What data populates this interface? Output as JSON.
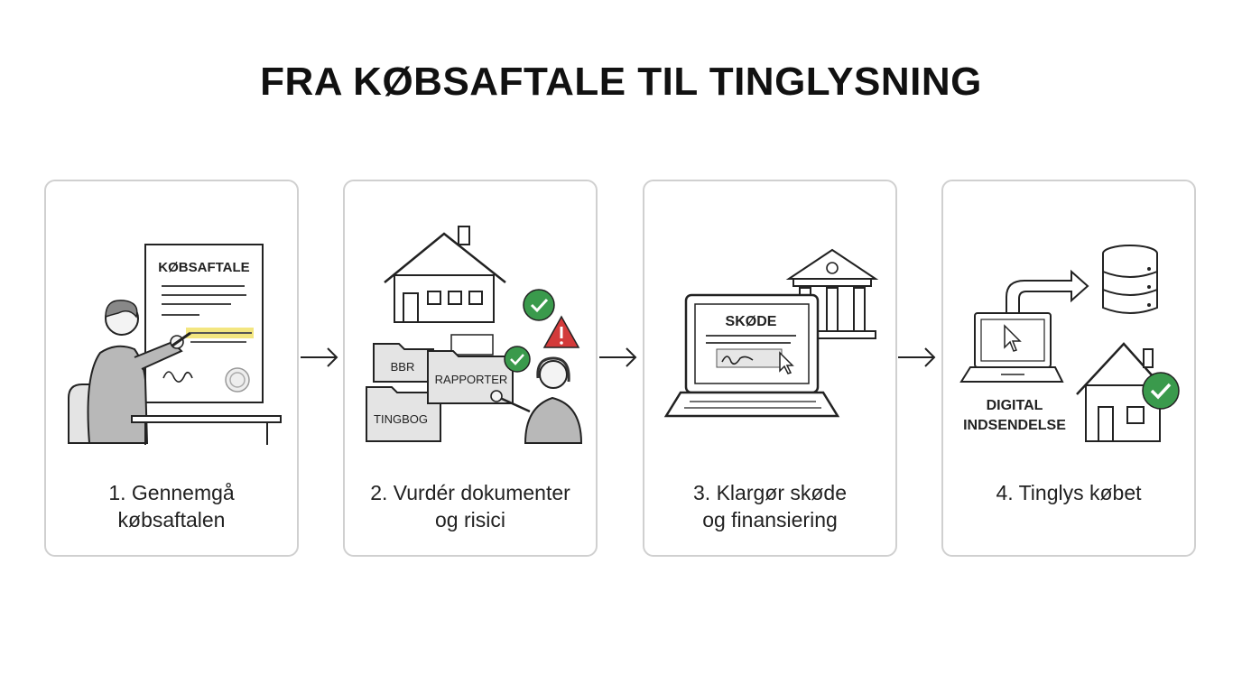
{
  "title": "FRA KØBSAFTALE TIL TINGLYSNING",
  "steps": [
    {
      "label_line1": "1. Gennemgå",
      "label_line2": "købsaftalen",
      "doc_title": "KØBSAFTALE"
    },
    {
      "label_line1": "2. Vurdér dokumenter",
      "label_line2": "og risici",
      "folders": [
        "BBR",
        "RAPPORTER",
        "TINGBOG"
      ]
    },
    {
      "label_line1": "3. Klargør skøde",
      "label_line2": "og finansiering",
      "doc_title": "SKØDE"
    },
    {
      "label_line1": "4. Tinglys købet",
      "label_line2": "",
      "laptop_caption_line1": "DIGITAL",
      "laptop_caption_line2": "INDSENDELSE"
    }
  ],
  "colors": {
    "check": "#3a9a4c",
    "warning": "#d33a3a",
    "highlight": "#f3e680",
    "stroke": "#222222",
    "fill_gray": "#e4e4e4",
    "card_border": "#d0d0d0"
  }
}
